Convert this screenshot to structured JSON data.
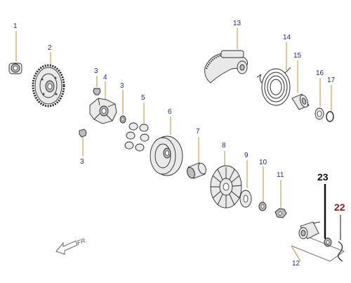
{
  "labels": {
    "p1": "1",
    "p2": "2",
    "p3a": "3",
    "p3b": "3",
    "p3c": "3",
    "p4": "4",
    "p5": "5",
    "p6": "6",
    "p7": "7",
    "p8": "8",
    "p9": "9",
    "p10": "10",
    "p11": "11",
    "p12": "12",
    "p13": "13",
    "p14": "14",
    "p15": "15",
    "p16": "16",
    "p17": "17",
    "p22": "22",
    "p23": "23",
    "fr": "FR."
  },
  "colors": {
    "label_blue": "#1c2a8c",
    "leader_orange": "#c8902a",
    "label_22": "#8b1a1a",
    "label_23": "#111111"
  }
}
